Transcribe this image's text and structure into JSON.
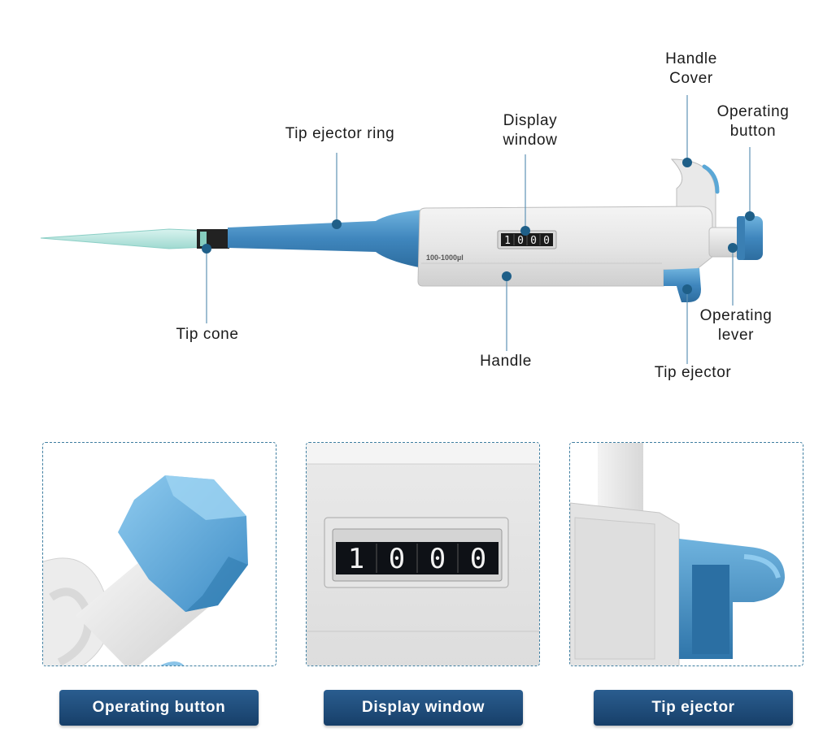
{
  "colors": {
    "accent_blue": "#4a90c2",
    "leader_dot": "#1f5f88",
    "caption_bg": "#1e4a7a",
    "panel_border": "#3f7ea0"
  },
  "labels": {
    "handle_cover": "Handle\nCover",
    "operating_button": "Operating\nbutton",
    "tip_ejector_ring": "Tip ejector ring",
    "display_window": "Display\nwindow",
    "tip_cone": "Tip cone",
    "handle": "Handle",
    "operating_lever": "Operating\nlever",
    "tip_ejector": "Tip ejector"
  },
  "device": {
    "volume_range": "100-1000µl",
    "display_digits": [
      "1",
      "0",
      "0",
      "0"
    ]
  },
  "panels": [
    {
      "caption": "Operating button"
    },
    {
      "caption": "Display window",
      "digits": [
        "1",
        "0",
        "0",
        "0"
      ]
    },
    {
      "caption": "Tip ejector"
    }
  ]
}
